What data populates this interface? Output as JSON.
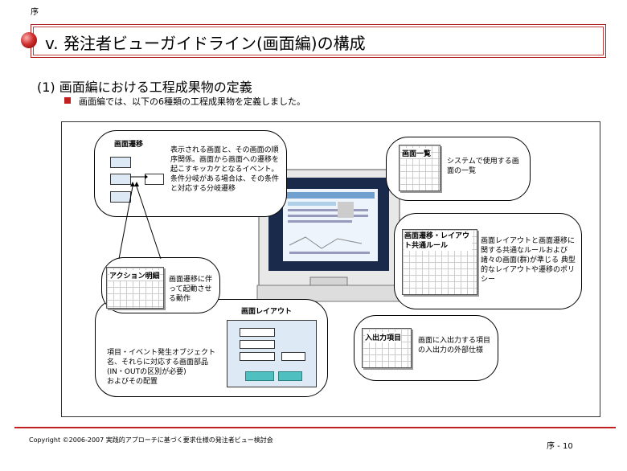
{
  "header": {
    "section": "序",
    "title": "v. 発注者ビューガイドライン(画面編)の構成"
  },
  "subtitle": "(1) 画面編における工程成果物の定義",
  "bullet": "画面編では、以下の6種類の工程成果物を定義しました。",
  "items": {
    "transition": {
      "title": "画面遷移",
      "desc": "表示される画面と、その画面の順序関係。画面から画面への遷移を起こすキッカケとなるイベント。\n条件分岐がある場合は、その条件と対応する分岐遷移"
    },
    "list": {
      "title": "画面一覧",
      "desc": "システムで使用する画面の一覧"
    },
    "common": {
      "title": "画面遷移・レイアウト共通ルール",
      "desc": "画面レイアウトと画面遷移に関する共通なルールおよび諸々の画面(群)が準じる 典型的なレイアウトや遷移のポリシー"
    },
    "action": {
      "title": "アクション明細",
      "desc": "画面遷移に伴って起動させる動作"
    },
    "layout": {
      "title": "画面レイアウト",
      "desc": "項目・イベント発生オブジェクト名、それらに対応する画面部品\n(IN・OUTの区別が必要)\nおよびその配置"
    },
    "io": {
      "title": "入出力項目",
      "desc": "画面に入出力する項目の入出力の外部仕様"
    }
  },
  "footer": {
    "copyright": "Copyright ©2006-2007 実践的アプローチに基づく要求仕様の発注者ビュー検討会",
    "page": "序 - 10"
  }
}
